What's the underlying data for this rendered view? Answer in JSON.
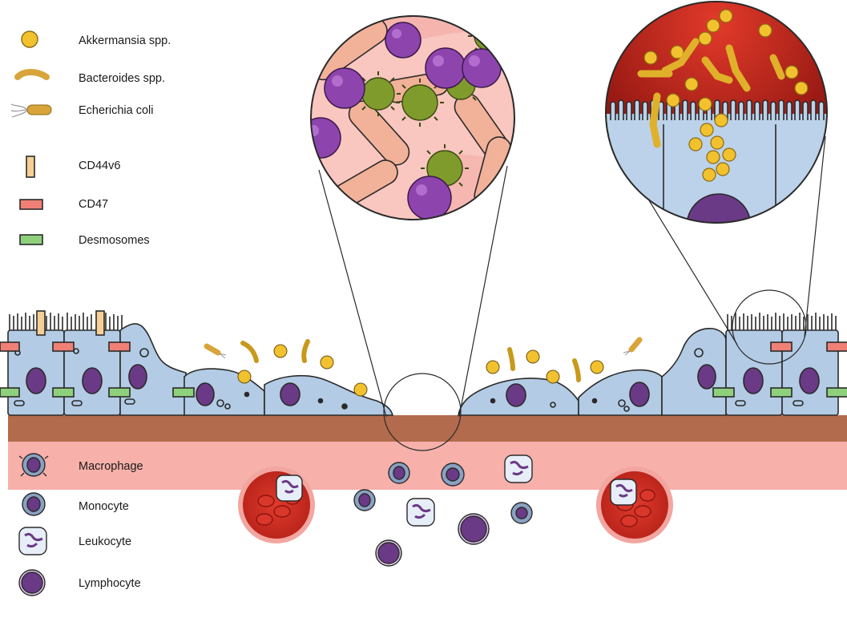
{
  "legend_top": [
    {
      "label": "Akkermansia spp.",
      "icon": "akkermansia-icon"
    },
    {
      "label": "Bacteroides spp.",
      "icon": "bacteroides-icon"
    },
    {
      "label": "Echerichia coli",
      "icon": "ecoli-icon"
    },
    {
      "label": "CD44v6",
      "icon": "cd44v6-icon"
    },
    {
      "label": "CD47",
      "icon": "cd47-icon"
    },
    {
      "label": "Desmosomes",
      "icon": "desmosome-icon"
    }
  ],
  "legend_bottom": [
    {
      "label": "Macrophage",
      "icon": "macrophage-icon"
    },
    {
      "label": "Monocyte",
      "icon": "monocyte-icon"
    },
    {
      "label": "Leukocyte",
      "icon": "leukocyte-icon"
    },
    {
      "label": "Lymphocyte",
      "icon": "lymphocyte-icon"
    }
  ],
  "colors": {
    "akkermansia": "#f2c12e",
    "bacteroides": "#f0c543",
    "cd44v6": "#f6cf96",
    "cd47": "#f08075",
    "desmosome": "#8fd07d",
    "cell": "#b3cbe4",
    "nucleus": "#6b3a86",
    "basement": "#b26b4c",
    "lamina": "#f7b0aa",
    "vessel": "#c9271f",
    "virus": "#7f9b2c",
    "rod": "#f2b199",
    "purple_cocci": "#8e44ad"
  }
}
